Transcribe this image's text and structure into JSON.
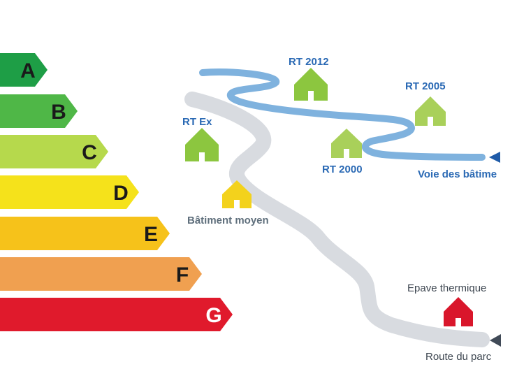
{
  "energy_scale": {
    "classes": [
      {
        "letter": "A",
        "color": "#1e9e46"
      },
      {
        "letter": "B",
        "color": "#4fb747"
      },
      {
        "letter": "C",
        "color": "#b6d94c"
      },
      {
        "letter": "D",
        "color": "#f5e21b"
      },
      {
        "letter": "E",
        "color": "#f6c21a"
      },
      {
        "letter": "F",
        "color": "#f0a050"
      },
      {
        "letter": "G",
        "color": "#e01a2c"
      }
    ]
  },
  "houses": {
    "rt_2012": {
      "label": "RT 2012",
      "color": "#8cc63f"
    },
    "rt_2005": {
      "label": "RT 2005",
      "color": "#a9d05a"
    },
    "rt_ex": {
      "label": "RT Ex",
      "color": "#8cc63f"
    },
    "rt_2000": {
      "label": "RT 2000",
      "color": "#a9d05a"
    },
    "batiment_moyen": {
      "label": "Bâtiment moyen",
      "color": "#f3d21c"
    },
    "epave_thermique": {
      "label": "Epave thermique",
      "color": "#d9162b"
    }
  },
  "paths": {
    "voie": {
      "label": "Voie des bâtime",
      "color": "#7fb2de",
      "arrow_color": "#1f5ba8"
    },
    "route": {
      "label": "Route du parc",
      "color": "#d8dbe0",
      "arrow_color": "#404a57"
    }
  },
  "colors": {
    "label_blue": "#2a69b4",
    "label_gray": "#5f6f7c",
    "label_dark": "#3d4650"
  }
}
